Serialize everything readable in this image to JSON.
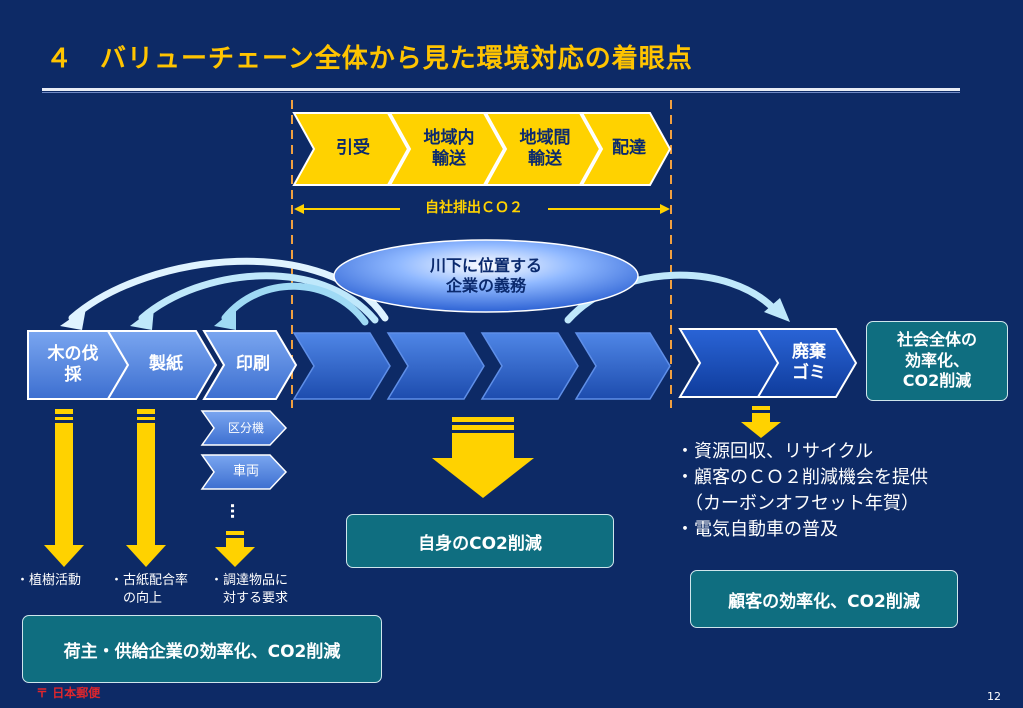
{
  "title": "４　バリューチェーン全体から見た環境対応の着眼点",
  "top_chain": [
    "引受",
    "地域内\n輸送",
    "地域間\n輸送",
    "配達"
  ],
  "own_emission_label": "自社排出ＣＯ２",
  "downstream_bubble": "川下に位置する\n企業の義務",
  "main_chain": {
    "upstream": [
      "木の伐\n採",
      "製紙",
      "印刷"
    ],
    "disposal": "廃棄\nゴミ"
  },
  "printing_sub": [
    "区分機",
    "車両"
  ],
  "printing_dots": "…",
  "society_box": "社会全体の\n効率化、\nCO2削減",
  "upstream_notes": [
    "・植樹活動",
    "・古紙配合率\n　の向上",
    "・調達物品に\n　対する要求"
  ],
  "upstream_summary": "荷主・供給企業の効率化、CO2削減",
  "own_summary": "自身のCO2削減",
  "customer_bullets": [
    "・資源回収、リサイクル",
    "・顧客のＣＯ２削減機会を提供",
    "　（カーボンオフセット年賀）",
    "・電気自動車の普及"
  ],
  "customer_summary": "顧客の効率化、CO2削減",
  "logo_text": "日本郵便",
  "page_number": "12",
  "colors": {
    "background": "#0d2a66",
    "title": "#ffc400",
    "chevron_yellow": "#ffd200",
    "chevron_blue": "#2f63c8",
    "teal_box": "#0f6e80",
    "dashed_line": "#f0a040"
  }
}
